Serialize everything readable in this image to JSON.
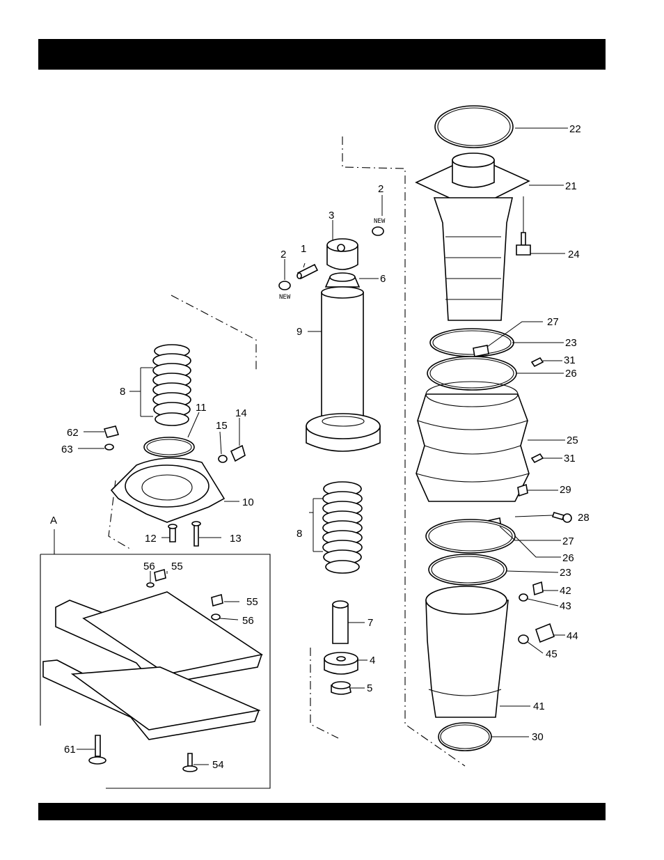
{
  "header": {
    "title": ""
  },
  "footer": {
    "text": ""
  },
  "diagram": {
    "group_label": "A",
    "new_tag": "NEW",
    "callouts": {
      "c1": "1",
      "c2a": "2",
      "c2b": "2",
      "c3": "3",
      "c4": "4",
      "c5": "5",
      "c6": "6",
      "c7": "7",
      "c8a": "8",
      "c8b": "8",
      "c9": "9",
      "c10": "10",
      "c11": "11",
      "c12": "12",
      "c13": "13",
      "c14": "14",
      "c15": "15",
      "c21": "21",
      "c22": "22",
      "c23a": "23",
      "c23b": "23",
      "c24": "24",
      "c25": "25",
      "c26a": "26",
      "c26b": "26",
      "c27a": "27",
      "c27b": "27",
      "c28": "28",
      "c29": "29",
      "c30": "30",
      "c31a": "31",
      "c31b": "31",
      "c41": "41",
      "c42": "42",
      "c43": "43",
      "c44": "44",
      "c45": "45",
      "c54": "54",
      "c55a": "55",
      "c55b": "55",
      "c56a": "56",
      "c56b": "56",
      "c61": "61",
      "c62": "62",
      "c63": "63"
    }
  }
}
